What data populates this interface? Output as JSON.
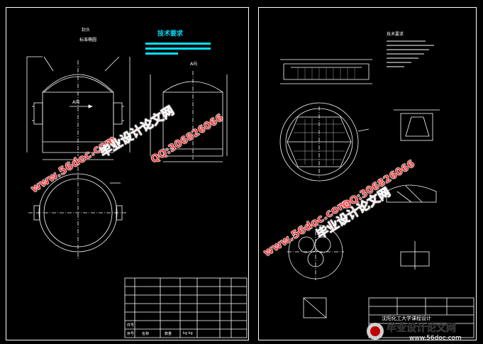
{
  "left_sheet": {
    "head_title": "封头",
    "head_subtitle": "标准椭圆",
    "tech_req_title": "技术要求",
    "view_a_label": "A向",
    "arrow_label": "A向",
    "title_block": {
      "rows": [
        [
          "",
          "",
          "",
          "",
          ""
        ],
        [
          "",
          "",
          "",
          "",
          ""
        ],
        [
          "",
          "",
          "",
          "",
          ""
        ],
        [
          "",
          "",
          "",
          "",
          ""
        ],
        [
          "",
          "",
          "",
          "",
          ""
        ],
        [
          "件号",
          "",
          "",
          "",
          ""
        ],
        [
          "序号",
          "名称",
          "数量",
          "kg kg",
          ""
        ]
      ]
    }
  },
  "right_sheet": {
    "tech_req_title": "技术要求",
    "bottom_title": "沈阳化工大学课程设计"
  },
  "watermarks": {
    "site_url": "www.56doc.com",
    "qq": "QQ:306826066",
    "brand": "毕业设计论文网"
  },
  "banner": {
    "brand": "毕业设计论文网",
    "url": "www.56doc.com"
  },
  "colors": {
    "background": "#000000",
    "line": "#ffffff",
    "accent_cyan": "#00e0ff",
    "watermark_red": "#ff2a2a"
  }
}
